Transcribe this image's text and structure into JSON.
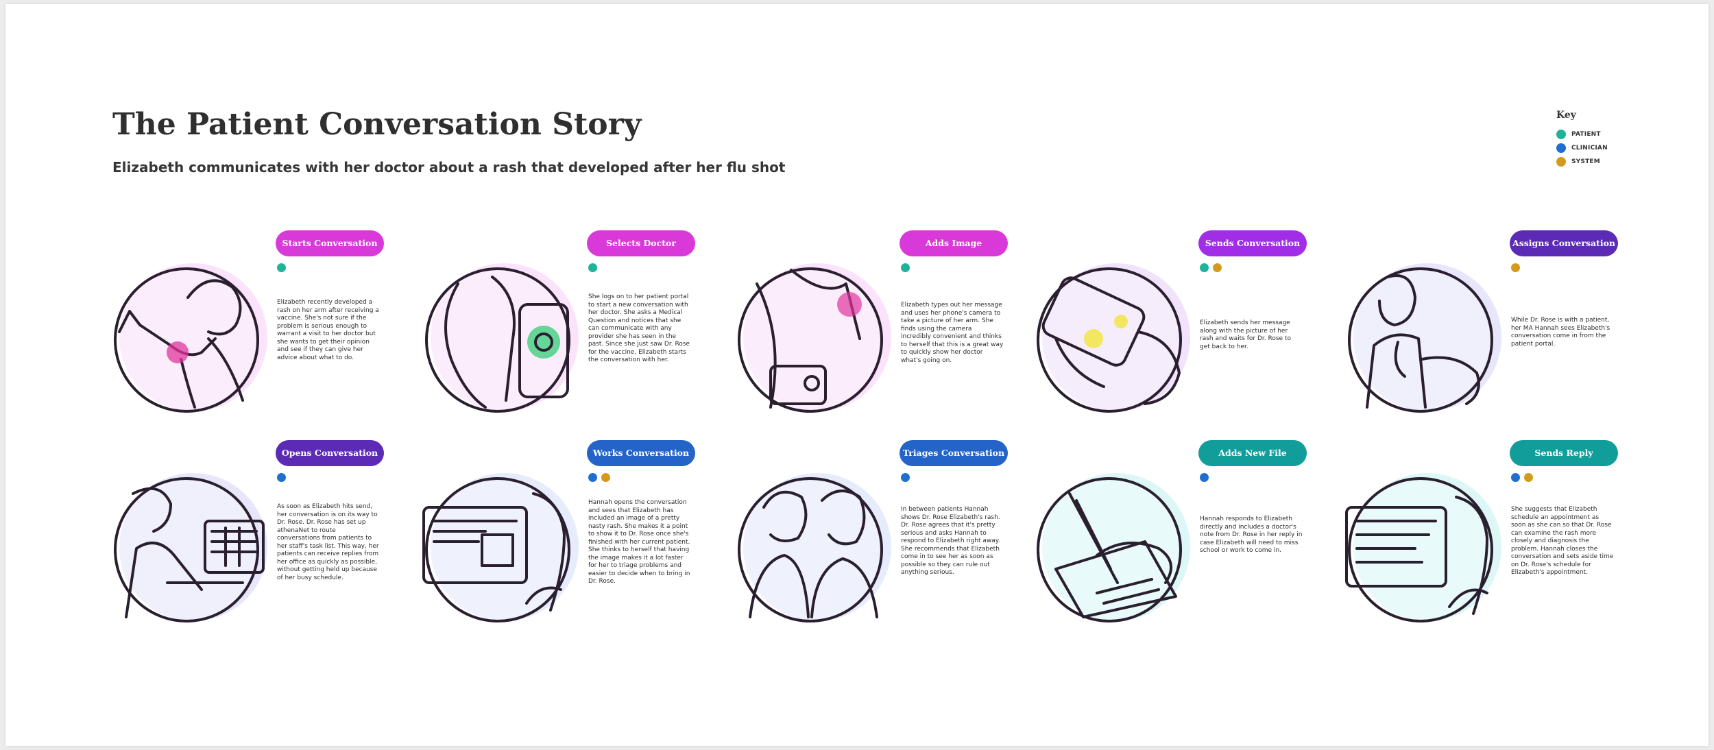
{
  "title": "The Patient Conversation Story",
  "subtitle": "Elizabeth communicates with her doctor about a rash that developed after her flu shot",
  "key": {
    "title": "Key",
    "items": [
      {
        "label": "PATIENT",
        "color": "#1fb39a"
      },
      {
        "label": "CLINICIAN",
        "color": "#1f6fd1"
      },
      {
        "label": "SYSTEM",
        "color": "#d49a1c"
      }
    ]
  },
  "steps": [
    {
      "label": "Starts Conversation",
      "color": "#d939d9",
      "bg": "#fbe3fb",
      "actors": [
        "#1fb39a"
      ],
      "icon": "arm-rash-icon",
      "text": "Elizabeth recently developed a rash on her arm after receiving a vaccine. She's not sure if the problem is serious enough to warrant a visit to her doctor but she wants to get their opinion and see if they can give her advice about what to do."
    },
    {
      "label": "Selects Doctor",
      "color": "#d939d9",
      "bg": "#fbe3fb",
      "actors": [
        "#1fb39a"
      ],
      "icon": "phone-doctor-icon",
      "text": "She logs on to her patient portal to start a new conversation with her doctor. She asks a Medical Question and notices that she can communicate with any provider she has seen in the past. Since she just saw Dr. Rose for the vaccine, Elizabeth starts the conversation with her."
    },
    {
      "label": "Adds Image",
      "color": "#d939d9",
      "bg": "#fbe3fb",
      "actors": [
        "#1fb39a"
      ],
      "icon": "camera-rash-icon",
      "text": "Elizabeth types out her message and uses her phone's camera to take a picture of her arm. She finds using the camera incredibly convenient and thinks to herself that this is a great way to quickly show her doctor what's going on."
    },
    {
      "label": "Sends Conversation",
      "color": "#a12ee6",
      "bg": "#f1e3fb",
      "actors": [
        "#1fb39a",
        "#d49a1c"
      ],
      "icon": "phone-send-icon",
      "text": "Elizabeth sends her message along with the picture of her rash and waits for Dr. Rose to get back to her."
    },
    {
      "label": "Assigns Conversation",
      "color": "#5b2bb5",
      "bg": "#e8e6fa",
      "actors": [
        "#d49a1c"
      ],
      "icon": "doctor-exam-icon",
      "text": "While Dr. Rose is with a patient, her MA Hannah sees Elizabeth's conversation come in from the patient portal."
    },
    {
      "label": "Opens Conversation",
      "color": "#5b2bb5",
      "bg": "#e8e6fa",
      "actors": [
        "#1f6fd1"
      ],
      "icon": "laptop-worker-icon",
      "text": "As soon as Elizabeth hits send, her conversation is on its way to Dr. Rose. Dr. Rose has set up athenaNet to route conversations from patients to her staff's task list. This way, her patients can receive replies from her office as quickly as possible, without getting held up because of her busy schedule."
    },
    {
      "label": "Works Conversation",
      "color": "#2464c9",
      "bg": "#e6ecfb",
      "actors": [
        "#1f6fd1",
        "#d49a1c"
      ],
      "icon": "monitor-review-icon",
      "text": "Hannah opens the conversation and sees that Elizabeth has included an image of a pretty nasty rash. She makes it a point to show it to Dr. Rose once she's finished with her current patient. She thinks to herself that having the image makes it a lot faster for her to triage problems and easier to decide when to bring in Dr. Rose."
    },
    {
      "label": "Triages Conversation",
      "color": "#2464c9",
      "bg": "#e6ecfb",
      "actors": [
        "#1f6fd1"
      ],
      "icon": "two-clinicians-icon",
      "text": "In between patients Hannah shows Dr. Rose Elizabeth's rash. Dr. Rose agrees that it's pretty serious and asks Hannah to respond to Elizabeth right away. She recommends that Elizabeth come in to see her as soon as possible so they can rule out anything serious."
    },
    {
      "label": "Adds New File",
      "color": "#119e9a",
      "bg": "#dcf7f6",
      "actors": [
        "#1f6fd1"
      ],
      "icon": "writing-note-icon",
      "text": "Hannah responds to Elizabeth directly and includes a doctor's note from Dr. Rose in her reply in case Elizabeth will need to miss school or work to come in."
    },
    {
      "label": "Sends Reply",
      "color": "#119e9a",
      "bg": "#dcf7f6",
      "actors": [
        "#1f6fd1",
        "#d49a1c"
      ],
      "icon": "monitor-reply-icon",
      "text": "She suggests that Elizabeth schedule an appointment as soon as she can so that Dr. Rose can examine the rash more closely and diagnosis the problem. Hannah closes the conversation and sets aside time on Dr. Rose's schedule for Elizabeth's appointment."
    }
  ]
}
